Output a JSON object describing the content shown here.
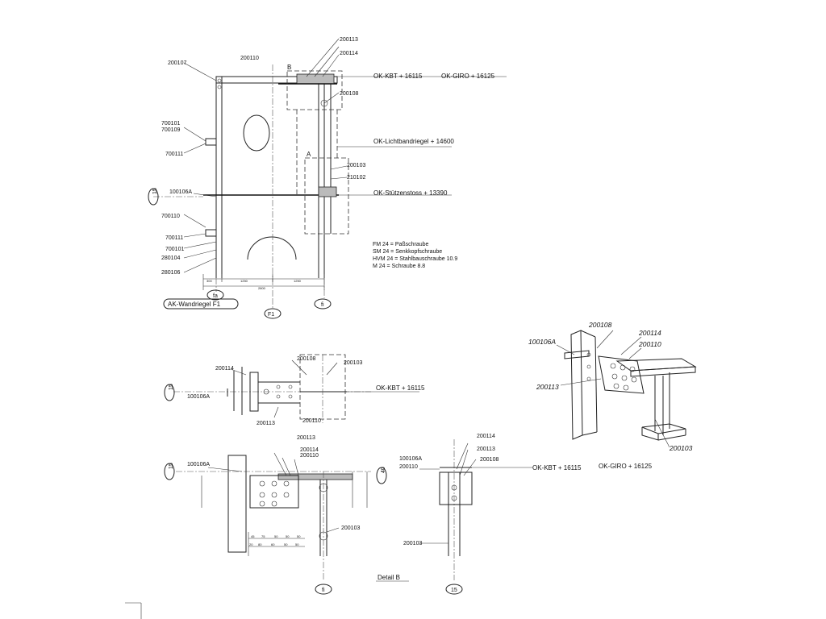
{
  "elevation": {
    "parts": {
      "p200107": "200107",
      "p200110": "200110",
      "p200113": "200113",
      "p200114": "200114",
      "p200108": "200108",
      "p700101": "700101",
      "p700109": "700109",
      "p700111": "700111",
      "p200103": "200103",
      "p210102": "210102",
      "p100106A": "100106A",
      "p700110": "700110",
      "p700111b": "700111",
      "p700101b": "700101",
      "p280104": "280104",
      "p280106": "280106"
    },
    "markers": {
      "b": "B",
      "a": "A"
    },
    "levels": {
      "kbt": "OK-KBT + 16115",
      "giro": "OK-GIRO + 16125",
      "lichtband": "OK-Lichtbandriegel + 14600",
      "stuetzenstoss": "OK-Stützenstoss + 13390"
    },
    "legend": [
      "FM 24 = Paßschraube",
      "SM 24 = Senkkopfschraube",
      "HVM 24 = Stahlbauschraube 10.9",
      "M 24 = Schraube 8.8"
    ],
    "dims": {
      "d1": "300",
      "d2": "1250",
      "d3": "1250",
      "d4": "2800"
    },
    "axes": {
      "fa": "fa",
      "fi": "fi",
      "f1": "F1",
      "n15": "15"
    },
    "title": "AK-Wandriegel F1"
  },
  "plan": {
    "parts": {
      "p200114": "200114",
      "p200108": "200108",
      "p200103": "200103",
      "p100106A": "100106A",
      "p200113": "200113",
      "p200110": "200110"
    },
    "level": "OK-KBT + 16115",
    "axis": "15"
  },
  "section": {
    "parts": {
      "p200113": "200113",
      "p200114": "200114",
      "p200110": "200110",
      "p100106A": "100106A",
      "p200103": "200103"
    },
    "bottom_dims": {
      "top": [
        "45",
        "75",
        "50",
        "50",
        "50"
      ],
      "bottom": [
        "20",
        "80",
        "60",
        "50",
        "50"
      ]
    },
    "axis_left": "15",
    "axis_right": "40",
    "axis_bottom": "fi"
  },
  "side": {
    "parts": {
      "p100106A": "100106A",
      "p200110": "200110",
      "p200114": "200114",
      "p200113": "200113",
      "p200108": "200108",
      "p200103": "200103"
    },
    "levels": {
      "kbt": "OK-KBT + 16115",
      "giro": "OK-GIRO + 16125"
    },
    "axis": "15"
  },
  "iso": {
    "parts": {
      "p200108": "200108",
      "p200114": "200114",
      "p200110": "200110",
      "p100106A": "100106A",
      "p200113": "200113",
      "p200103": "200103"
    }
  },
  "detail_title": "Detail B"
}
